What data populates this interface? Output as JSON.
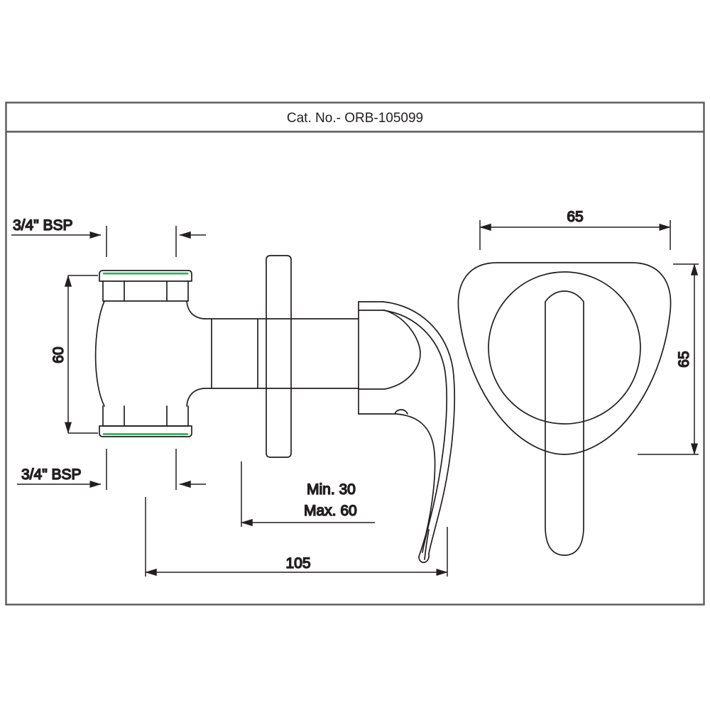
{
  "sheet": {
    "border_color": "#58595b",
    "line_color": "#231f20",
    "accent_color": "#22b14c",
    "background": "#ffffff"
  },
  "title_block": {
    "label": "Cat. No.- ORB-105099"
  },
  "views": {
    "side_view": {
      "name": "side-section-view"
    },
    "front_view": {
      "name": "front-elevation-view"
    }
  },
  "dimensions": {
    "inlet_top_label": "3/4\" BSP",
    "inlet_bottom_label": "3/4\" BSP",
    "center_distance": "60",
    "projection": "105",
    "wall_depth_min": "Min. 30",
    "wall_depth_max": "Max. 60",
    "plate_width": "65",
    "plate_height": "65"
  }
}
